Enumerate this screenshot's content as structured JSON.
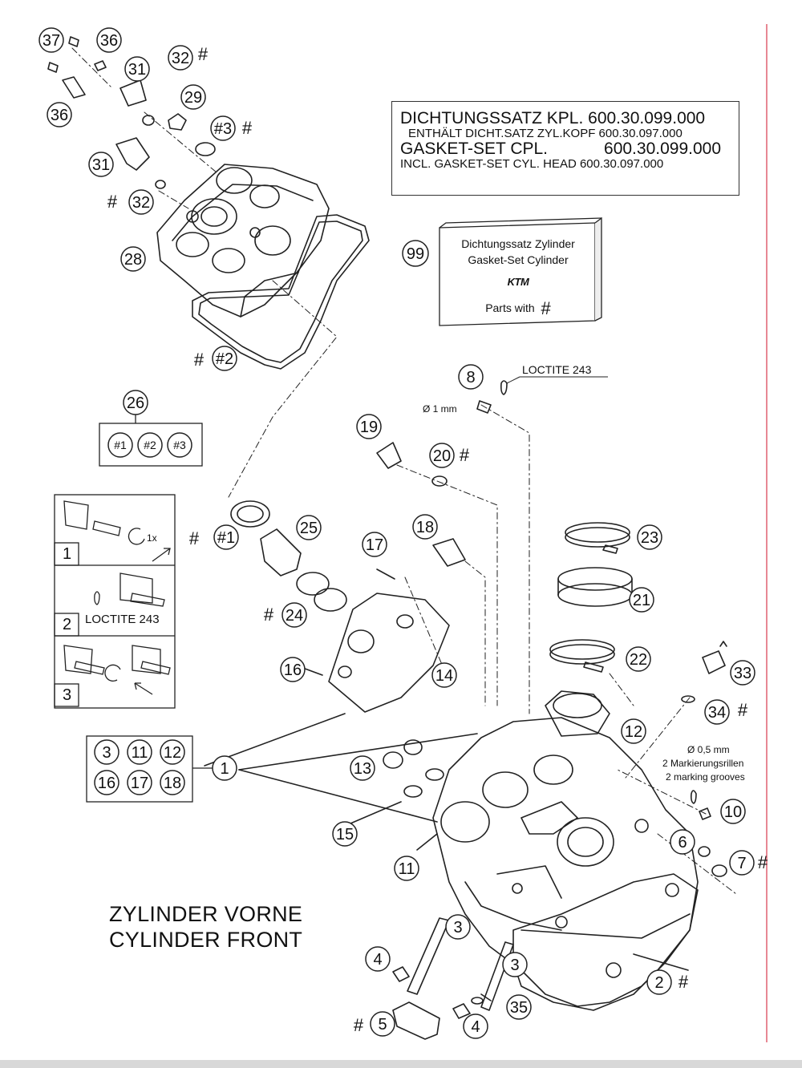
{
  "gasket_set": {
    "line1": "DICHTUNGSSATZ KPL. 600.30.099.000",
    "line2": "ENTHÄLT DICHT.SATZ ZYL.KOPF 600.30.097.000",
    "line3": "GASKET-SET CPL.            600.30.099.000",
    "line4": "INCL. GASKET-SET CYL. HEAD 600.30.097.000"
  },
  "kit_99": {
    "number": "99",
    "line1": "Dichtungssatz Zylinder",
    "line2": "Gasket-Set Cylinder",
    "brand": "KTM",
    "parts_with": "Parts with",
    "hash": "#"
  },
  "title": {
    "line1": "ZYLINDER VORNE",
    "line2": "CYLINDER FRONT"
  },
  "loctite_label": "LOCTITE 243",
  "dia_8": "Ø 1 mm",
  "dia_10": "Ø 0,5 mm",
  "markierung": "2 Markierungsrillen",
  "marking": "2 marking grooves",
  "steps": {
    "s1": "1",
    "s1_note": "1x",
    "s2": "2",
    "s2_note": "LOCTITE 243",
    "s3": "3"
  },
  "kit_26": {
    "number": "26",
    "items": [
      "#1",
      "#2",
      "#3"
    ]
  },
  "kit_1": {
    "number": "1",
    "items": [
      "3",
      "11",
      "12",
      "16",
      "17",
      "18"
    ]
  },
  "callouts": [
    {
      "label": "37",
      "hash": ""
    },
    {
      "label": "36",
      "hash": ""
    },
    {
      "label": "31",
      "hash": ""
    },
    {
      "label": "32",
      "hash": "#"
    },
    {
      "label": "29",
      "hash": ""
    },
    {
      "label": "36",
      "hash": ""
    },
    {
      "label": "#3",
      "hash": "#"
    },
    {
      "label": "31",
      "hash": ""
    },
    {
      "label": "32",
      "hash": "#"
    },
    {
      "label": "28",
      "hash": ""
    },
    {
      "label": "#2",
      "hash": "#"
    },
    {
      "label": "#1",
      "hash": "#"
    },
    {
      "label": "25",
      "hash": ""
    },
    {
      "label": "24",
      "hash": "#"
    },
    {
      "label": "17",
      "hash": ""
    },
    {
      "label": "16",
      "hash": ""
    },
    {
      "label": "14",
      "hash": ""
    },
    {
      "label": "19",
      "hash": ""
    },
    {
      "label": "20",
      "hash": "#"
    },
    {
      "label": "18",
      "hash": ""
    },
    {
      "label": "8",
      "hash": ""
    },
    {
      "label": "23",
      "hash": ""
    },
    {
      "label": "21",
      "hash": ""
    },
    {
      "label": "22",
      "hash": ""
    },
    {
      "label": "33",
      "hash": ""
    },
    {
      "label": "34",
      "hash": "#"
    },
    {
      "label": "12",
      "hash": ""
    },
    {
      "label": "13",
      "hash": ""
    },
    {
      "label": "15",
      "hash": ""
    },
    {
      "label": "11",
      "hash": ""
    },
    {
      "label": "10",
      "hash": ""
    },
    {
      "label": "6",
      "hash": ""
    },
    {
      "label": "7",
      "hash": "#"
    },
    {
      "label": "3",
      "hash": ""
    },
    {
      "label": "3",
      "hash": ""
    },
    {
      "label": "4",
      "hash": ""
    },
    {
      "label": "4",
      "hash": ""
    },
    {
      "label": "35",
      "hash": ""
    },
    {
      "label": "5",
      "hash": "#"
    },
    {
      "label": "2",
      "hash": "#"
    }
  ]
}
